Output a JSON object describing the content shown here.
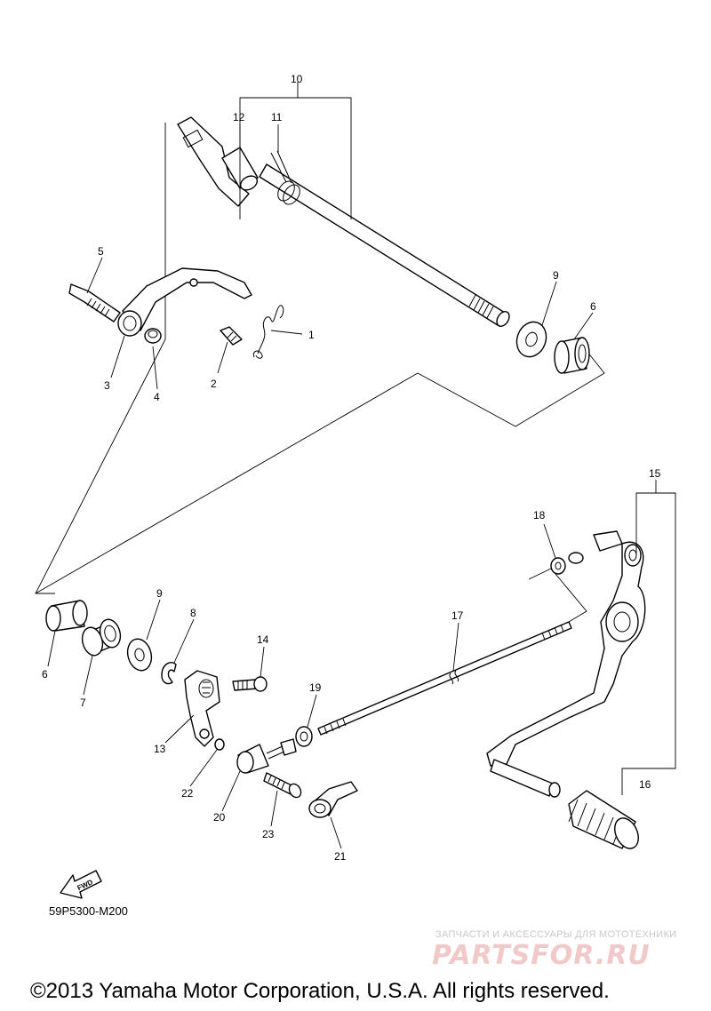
{
  "callouts": {
    "c1": "1",
    "c2": "2",
    "c3": "3",
    "c4": "4",
    "c5": "5",
    "c6a": "6",
    "c6b": "6",
    "c7": "7",
    "c8": "8",
    "c9a": "9",
    "c9b": "9",
    "c10": "10",
    "c11": "11",
    "c12": "12",
    "c13": "13",
    "c14": "14",
    "c15": "15",
    "c16": "16",
    "c17": "17",
    "c18": "18",
    "c19": "19",
    "c20": "20",
    "c21": "21",
    "c22": "22",
    "c23": "23"
  },
  "fwd_label": "FWD",
  "diagram_code": "59P5300-M200",
  "watermark": {
    "caption": "ЗАПЧАСТИ И АКСЕССУАРЫ ДЛЯ МОТОТЕХНИКИ",
    "logo": "PARTSFOR.RU"
  },
  "copyright": "©2013 Yamaha Motor Corporation, U.S.A. All rights reserved."
}
